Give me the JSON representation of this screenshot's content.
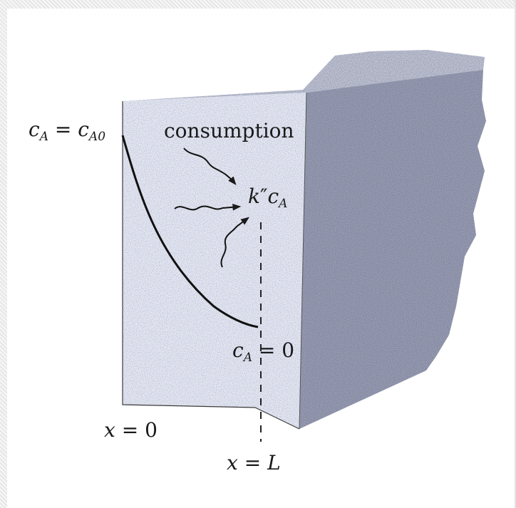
{
  "labels": {
    "surface_left": {
      "var": "c",
      "sub": "A",
      "eq": " = ",
      "rhs_var": "c",
      "rhs_sub": "A0"
    },
    "consumption": "consumption",
    "rate": {
      "k": "k",
      "prime": "″",
      "var": "c",
      "sub": "A"
    },
    "surface_right": {
      "var": "c",
      "sub": "A",
      "eq": " = ",
      "rhs": "0"
    },
    "x_left": {
      "var": "x",
      "eq": " = ",
      "rhs": "0"
    },
    "x_right": {
      "var": "x",
      "eq": " = ",
      "rhs_var": "L"
    }
  },
  "colors": {
    "ink": "#1a1a1a",
    "front_face": "#e4e7f2",
    "side_face": "#a3a8bd",
    "top_face": "#c4c8d6"
  },
  "arrow_icons": [
    "wavy-arrow",
    "wavy-arrow",
    "wavy-arrow"
  ]
}
